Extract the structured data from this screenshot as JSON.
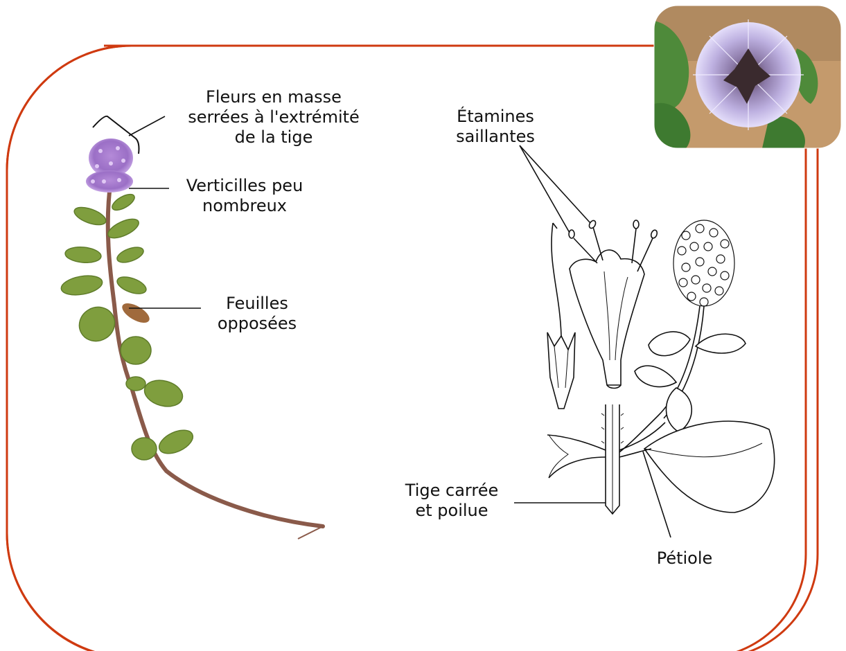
{
  "frame_color": "#cf3a10",
  "labels": {
    "fleurs": [
      "Fleurs en masse",
      "serrées à l'extrémité",
      "de la tige"
    ],
    "verticilles": [
      "Verticilles peu",
      "nombreux"
    ],
    "feuilles": [
      "Feuilles",
      "opposées"
    ],
    "etamines": [
      "Étamines",
      "saillantes"
    ],
    "tige": [
      "Tige carrée",
      "et poilue"
    ],
    "petiole": [
      "Pétiole"
    ]
  }
}
